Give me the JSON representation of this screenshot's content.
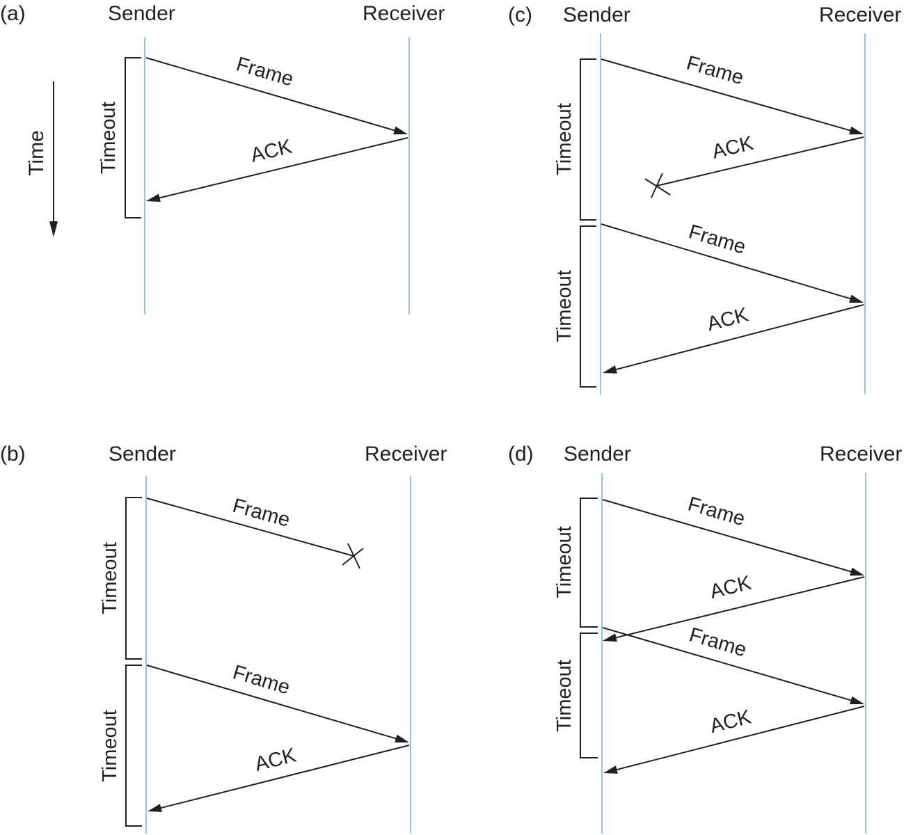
{
  "figure": {
    "description": "Stop-and-wait ARQ timing scenarios",
    "colors": {
      "lifeline": "#8ec8e0",
      "ink": "#231f20",
      "background": "#ffffff"
    },
    "time_axis": {
      "label": "Time",
      "direction": "down"
    },
    "panels": [
      {
        "id": "a",
        "label": "(a)",
        "sender_label": "Sender",
        "receiver_label": "Receiver",
        "timeouts": [
          {
            "label": "Timeout"
          }
        ],
        "messages": [
          {
            "label": "Frame",
            "from": "sender",
            "to": "receiver",
            "lost": false
          },
          {
            "label": "ACK",
            "from": "receiver",
            "to": "sender",
            "lost": false
          }
        ]
      },
      {
        "id": "b",
        "label": "(b)",
        "sender_label": "Sender",
        "receiver_label": "Receiver",
        "timeouts": [
          {
            "label": "Timeout"
          },
          {
            "label": "Timeout"
          }
        ],
        "messages": [
          {
            "label": "Frame",
            "from": "sender",
            "to": "receiver",
            "lost": true
          },
          {
            "label": "Frame",
            "from": "sender",
            "to": "receiver",
            "lost": false
          },
          {
            "label": "ACK",
            "from": "receiver",
            "to": "sender",
            "lost": false
          }
        ]
      },
      {
        "id": "c",
        "label": "(c)",
        "sender_label": "Sender",
        "receiver_label": "Receiver",
        "timeouts": [
          {
            "label": "Timeout"
          },
          {
            "label": "Timeout"
          }
        ],
        "messages": [
          {
            "label": "Frame",
            "from": "sender",
            "to": "receiver",
            "lost": false
          },
          {
            "label": "ACK",
            "from": "receiver",
            "to": "sender",
            "lost": true
          },
          {
            "label": "Frame",
            "from": "sender",
            "to": "receiver",
            "lost": false
          },
          {
            "label": "ACK",
            "from": "receiver",
            "to": "sender",
            "lost": false
          }
        ]
      },
      {
        "id": "d",
        "label": "(d)",
        "sender_label": "Sender",
        "receiver_label": "Receiver",
        "timeouts": [
          {
            "label": "Timeout"
          },
          {
            "label": "Timeout"
          }
        ],
        "messages": [
          {
            "label": "Frame",
            "from": "sender",
            "to": "receiver",
            "lost": false
          },
          {
            "label": "ACK",
            "from": "receiver",
            "to": "sender",
            "lost": false
          },
          {
            "label": "Frame",
            "from": "sender",
            "to": "receiver",
            "lost": false
          },
          {
            "label": "ACK",
            "from": "receiver",
            "to": "sender",
            "lost": false
          }
        ]
      }
    ]
  }
}
